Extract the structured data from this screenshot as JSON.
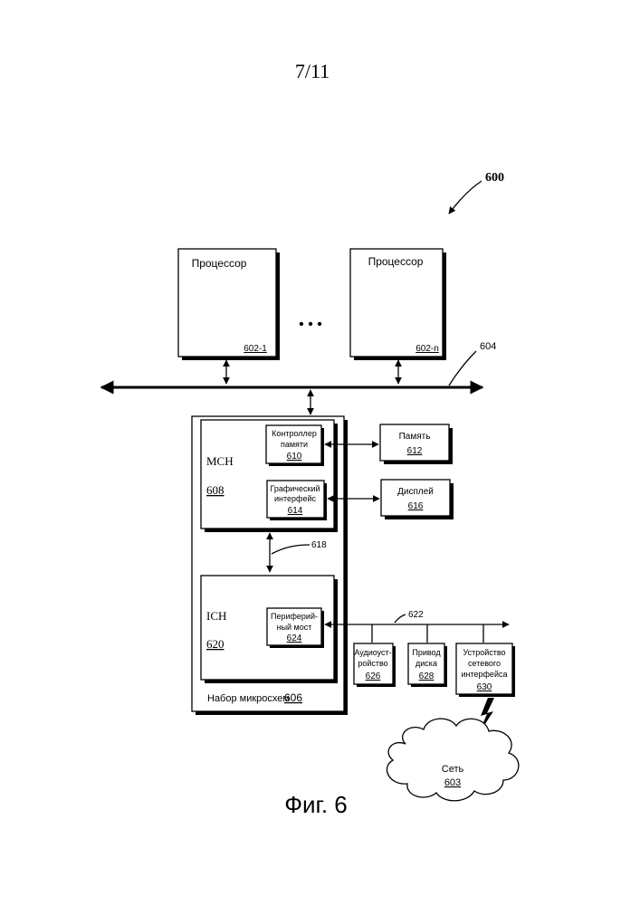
{
  "page_number": "7/11",
  "figure_ref": "600",
  "figure_caption": "Фиг. 6",
  "processors": [
    {
      "label": "Процессор",
      "ref": "602-1"
    },
    {
      "label": "Процессор",
      "ref": "602-n"
    }
  ],
  "ellipsis": "• • •",
  "bus_ref": "604",
  "chipset": {
    "label": "Набор микросхем",
    "ref": "606"
  },
  "mch": {
    "label": "MCH",
    "ref": "608"
  },
  "memory_controller": {
    "line1": "Контроллер",
    "line2": "памяти",
    "ref": "610"
  },
  "memory": {
    "label": "Память",
    "ref": "612"
  },
  "graphics_interface": {
    "line1": "Графический",
    "line2": "интерфейс",
    "ref": "614"
  },
  "display": {
    "label": "Дисплей",
    "ref": "616"
  },
  "link_ref": "618",
  "ich": {
    "label": "ICH",
    "ref": "620"
  },
  "peripheral_bridge": {
    "line1": "Периферий-",
    "line2": "ный мост",
    "ref": "624"
  },
  "peripheral_bus_ref": "622",
  "audio": {
    "line1": "Аудиоуст-",
    "line2": "ройство",
    "ref": "626"
  },
  "disk": {
    "line1": "Привод",
    "line2": "диска",
    "ref": "628"
  },
  "nic": {
    "line1": "Устройство",
    "line2": "сетевого",
    "line3": "интерфейса",
    "ref": "630"
  },
  "network": {
    "label": "Сеть",
    "ref": "603"
  }
}
